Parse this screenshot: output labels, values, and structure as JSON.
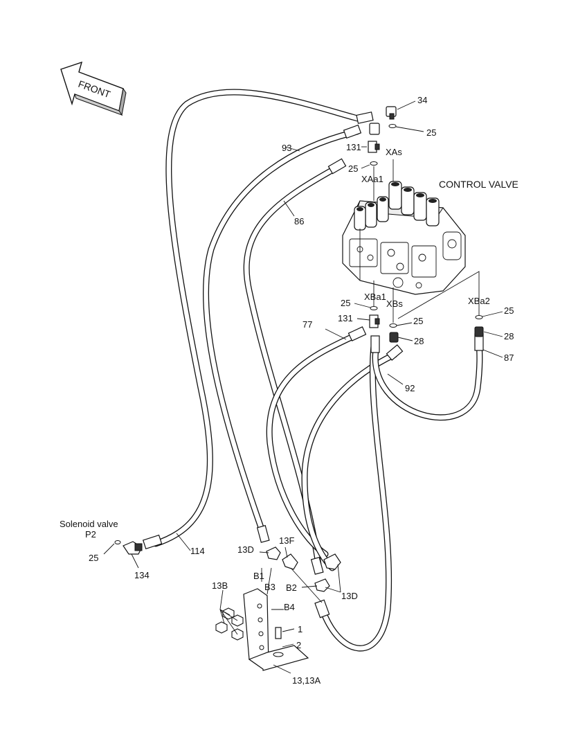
{
  "front_arrow": {
    "label": "FRONT"
  },
  "control_valve": {
    "label": "CONTROL VALVE"
  },
  "solenoid": {
    "line1": "Solenoid valve",
    "line2": "P2"
  },
  "callouts": {
    "c34": "34",
    "c25_a": "25",
    "c93": "93",
    "c131_a": "131",
    "xas": "XAs",
    "c25_b": "25",
    "xaa1": "XAa1",
    "c86": "86",
    "xba1": "XBa1",
    "c25_c": "25",
    "xbs": "XBs",
    "c25_d": "25",
    "c131_b": "131",
    "c77": "77",
    "c28_a": "28",
    "xba2": "XBa2",
    "c25_e": "25",
    "c28_b": "28",
    "c87": "87",
    "c92": "92",
    "c25_f": "25",
    "c134": "134",
    "c114": "114",
    "c13d_a": "13D",
    "c13f": "13F",
    "b1": "B1",
    "b3": "B3",
    "b2": "B2",
    "c13d_b": "13D",
    "c13b": "13B",
    "b4": "B4",
    "c1": "1",
    "c2": "2",
    "c13": "13,13A"
  }
}
